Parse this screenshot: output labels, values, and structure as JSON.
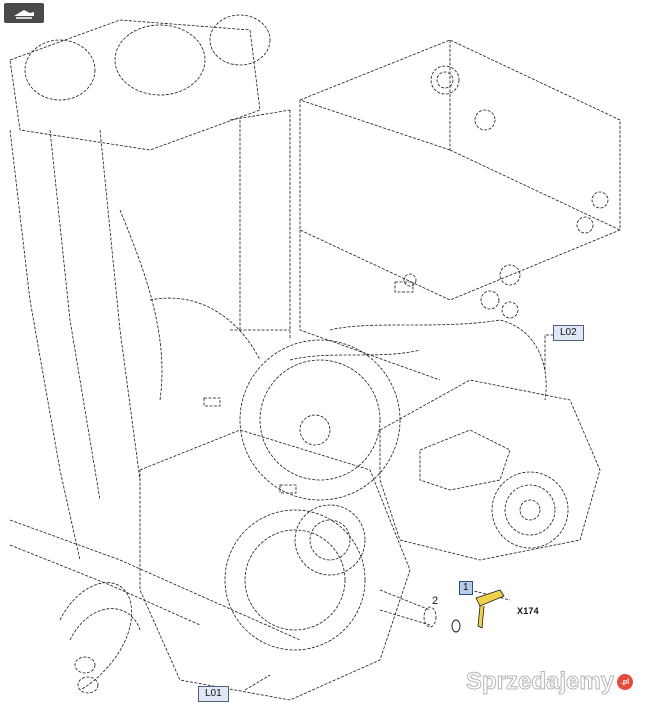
{
  "toolbar": {
    "nav_icon": "return-arrow-icon"
  },
  "labels": {
    "l01": "L01",
    "l02": "L02",
    "part_1": "1",
    "part_2": "2",
    "connector": "X174"
  },
  "watermark": {
    "text": "Sprzedajemy",
    "badge": ".pl"
  },
  "colors": {
    "line": "#1a1a1a",
    "highlight": "#f0d24a",
    "badge": "#b9cce8",
    "tag": "#dfe8f4",
    "watermark_badge": "#e54b3c"
  }
}
